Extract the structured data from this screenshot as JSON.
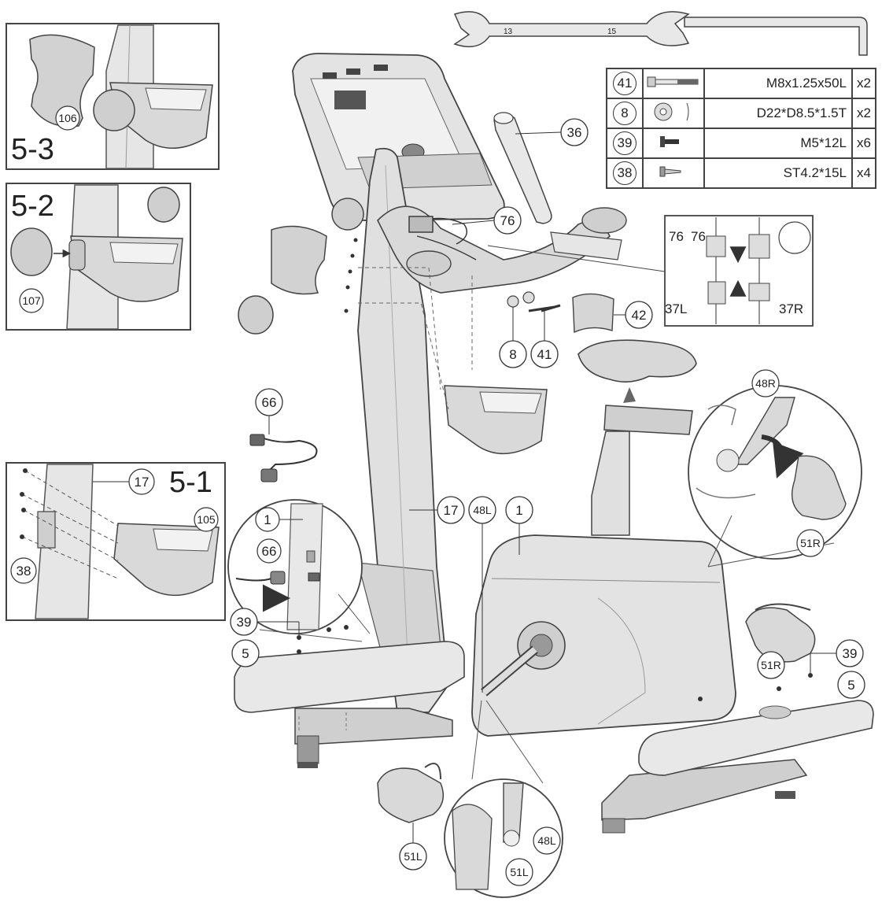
{
  "panels": {
    "p53": {
      "title": "5-3",
      "callouts": [
        "106"
      ]
    },
    "p52": {
      "title": "5-2",
      "callouts": [
        "107"
      ]
    },
    "p51": {
      "title": "5-1",
      "callouts": [
        "17",
        "105",
        "38"
      ]
    }
  },
  "tools": {
    "wrench_sizes": [
      "13",
      "15"
    ]
  },
  "parts_table": [
    {
      "num": "41",
      "icon": "bolt-icon",
      "spec": "M8x1.25x50L",
      "qty": "x2"
    },
    {
      "num": "8",
      "icon": "washer-icon",
      "spec": "D22*D8.5*1.5T",
      "qty": "x2"
    },
    {
      "num": "39",
      "icon": "screw-icon",
      "spec": "M5*12L",
      "qty": "x6"
    },
    {
      "num": "38",
      "icon": "tapping-screw-icon",
      "spec": "ST4.2*15L",
      "qty": "x4"
    }
  ],
  "connector_detail": {
    "labels": [
      "76",
      "76",
      "37L",
      "37R"
    ]
  },
  "callouts": {
    "c76": "76",
    "c36": "36",
    "c42": "42",
    "c8": "8",
    "c41": "41",
    "c66": "66",
    "c17": "17",
    "c48L": "48L",
    "c1": "1",
    "c39a": "39",
    "c5a": "5",
    "c39b": "39",
    "c5b": "5",
    "c51Rb": "51R",
    "c51L": "51L"
  },
  "detail_cord": {
    "labels": [
      "1",
      "66"
    ]
  },
  "detail_pedal_right": {
    "labels": [
      "48R",
      "51R"
    ]
  },
  "detail_pedal_left": {
    "labels": [
      "48L",
      "51L"
    ]
  }
}
